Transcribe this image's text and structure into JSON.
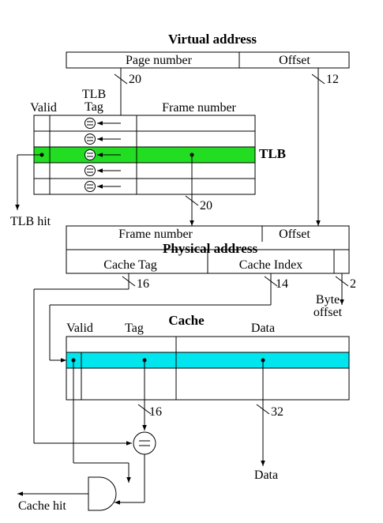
{
  "virtual_address": {
    "title": "Virtual address",
    "page_number": "Page number",
    "offset": "Offset",
    "page_bits": "20",
    "offset_bits": "12"
  },
  "tlb": {
    "title": "TLB",
    "col_valid": "Valid",
    "col_tag_line1": "TLB",
    "col_tag_line2": "Tag",
    "col_frame": "Frame number",
    "hit": "TLB hit",
    "frame_bits": "20",
    "highlight_color": "#22dd22"
  },
  "physical_address": {
    "title": "Physical address",
    "frame_number": "Frame number",
    "offset": "Offset",
    "cache_tag": "Cache Tag",
    "cache_index": "Cache Index",
    "tag_bits": "16",
    "index_bits": "14",
    "byte_bits": "2",
    "byte_offset_line1": "Byte",
    "byte_offset_line2": "offset"
  },
  "cache": {
    "title": "Cache",
    "col_valid": "Valid",
    "col_tag": "Tag",
    "col_data": "Data",
    "tag_bits": "16",
    "data_bits": "32",
    "data_out": "Data",
    "hit": "Cache hit",
    "highlight_color": "#00e5ee"
  }
}
